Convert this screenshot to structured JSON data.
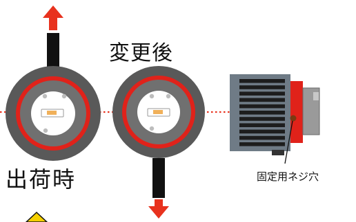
{
  "labels": {
    "after_change": "変更後",
    "at_shipping": "出荷時",
    "fixing_screw_hole": "固定用ネジ穴"
  },
  "colors": {
    "arrow": "#e8321e",
    "ring_outer": "#595959",
    "ring_red": "#e0221a",
    "ring_inner": "#707070",
    "bar": "#111111",
    "centerline": "#e8321e",
    "heatsink_body": "#6f7b86",
    "heatsink_fin": "#1d1d1d",
    "mount_plate": "#e0221a",
    "screw_hole": "#7a3a12",
    "warning": "#f5d000"
  },
  "icons": {
    "arrow_up": "arrow-up-icon",
    "arrow_down": "arrow-down-icon",
    "warning": "warning-icon"
  }
}
